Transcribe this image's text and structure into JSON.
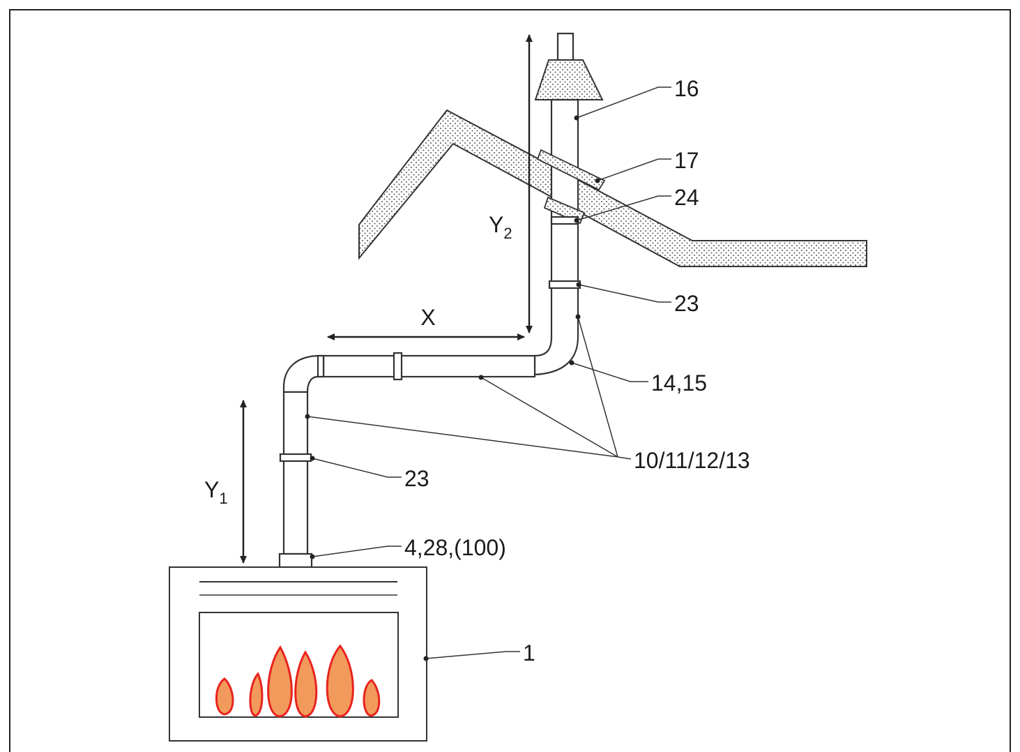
{
  "diagram": {
    "labels": {
      "l16": "16",
      "l17": "17",
      "l24": "24",
      "l23_top": "23",
      "l14_15": "14,15",
      "l10_13": "10/11/12/13",
      "l23_bottom": "23",
      "l4_28": "4,28,(100)",
      "l1": "1"
    },
    "dimensions": {
      "x": "X",
      "y1_main": "Y",
      "y1_sub": "1",
      "y2_main": "Y",
      "y2_sub": "2"
    },
    "colors": {
      "flame_fill": "#f29a5c",
      "flame_stroke": "#e8231f",
      "line": "#333333"
    }
  }
}
